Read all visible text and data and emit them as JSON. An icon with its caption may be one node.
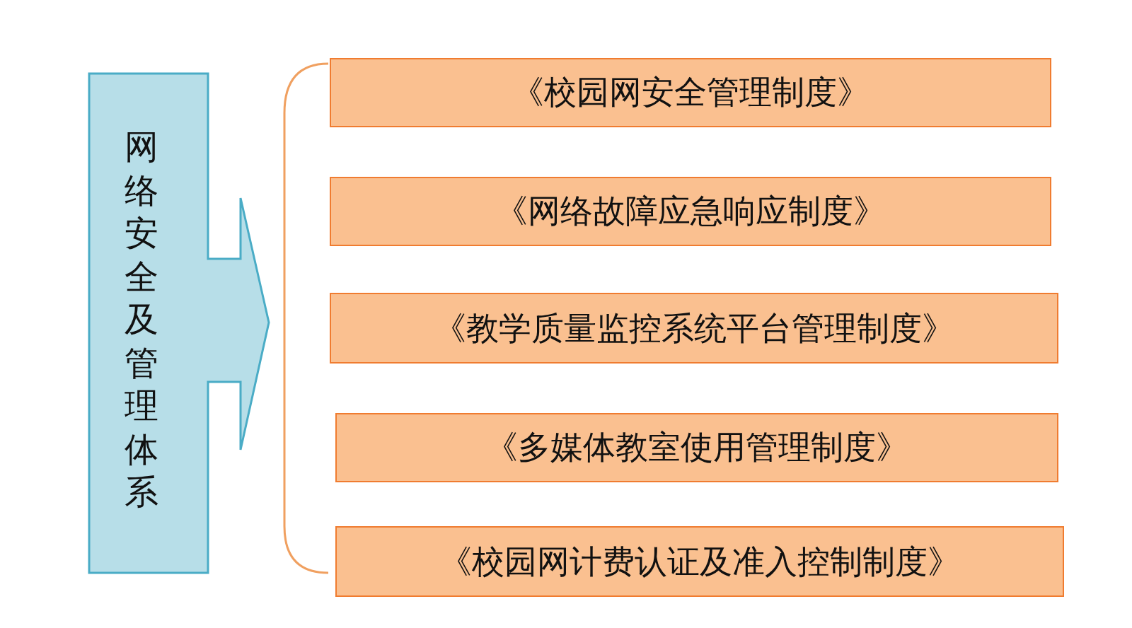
{
  "diagram": {
    "nodes": [
      {
        "text": [
          "网络安全及管理体系"
        ]
      },
      {
        "text": [
          "《校园网安全管理制度》"
        ]
      },
      {
        "text": [
          "《网络故障应急响应制度》"
        ]
      },
      {
        "text": [
          "《教学质量监控系统平台管理制度》"
        ]
      },
      {
        "text": [
          "《多媒体教室使用管理制度》"
        ]
      },
      {
        "text": [
          "《校园网计费认证及准入控制制度》"
        ]
      }
    ]
  }
}
